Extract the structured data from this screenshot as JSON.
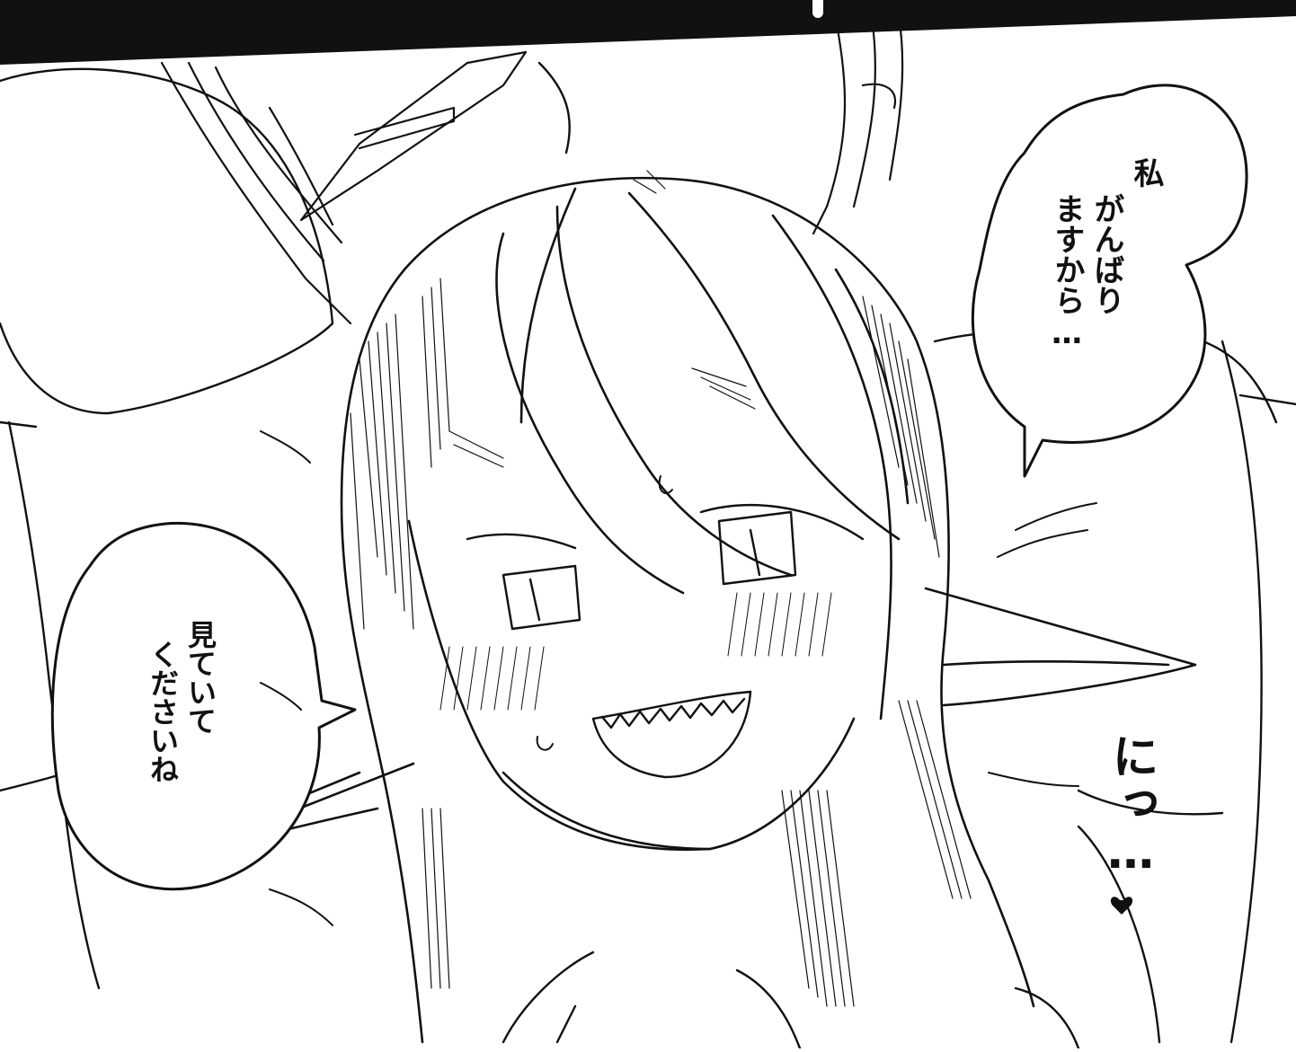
{
  "bubble_right": {
    "line1": "私",
    "line2": "がんばり",
    "line3": "ますから…"
  },
  "bubble_left": {
    "line1": "見ていて",
    "line2": "くださいね"
  },
  "sfx": {
    "text": "にっ…",
    "heart": "♥"
  },
  "colors": {
    "ink": "#111111",
    "paper": "#ffffff"
  }
}
